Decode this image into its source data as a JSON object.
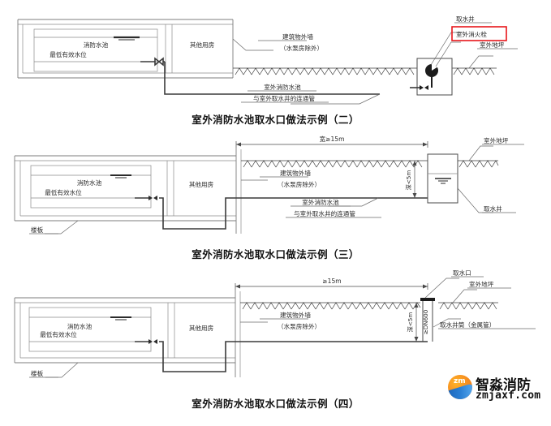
{
  "document": {
    "title": "室外消防水池取水口做法示例",
    "language": "zh-CN"
  },
  "figures": [
    {
      "id": "fig-1",
      "caption": "室外消防水池取水口做法示例（二）",
      "labels": {
        "pool": "消防水池",
        "water_level": "最低有效水位",
        "other_room": "其他用房",
        "exterior_wall": "建筑物外墙",
        "exterior_wall_note": "（水泵房除外）",
        "connect_pipe_line1": "室外消防水池",
        "connect_pipe_line2": "与室外取水井的连通管",
        "intake_well": "取水井",
        "hydrant": "室外消火栓",
        "outdoor_grade": "室外地坪"
      },
      "highlight": {
        "text": "室外消火栓",
        "color": "#e8161a"
      }
    },
    {
      "id": "fig-2",
      "caption": "室外消防水池取水口做法示例（三）",
      "labels": {
        "pool": "消防水池",
        "water_level": "最低有效水位",
        "other_room": "其他用房",
        "floor_slab": "楼板",
        "exterior_wall": "建筑物外墙",
        "exterior_wall_note": "（水泵房除外）",
        "connect_pipe_line1": "室外消防水池",
        "connect_pipe_line2": "与室外取水井的连通管",
        "outdoor_grade": "室外地坪",
        "intake_well": "取水井"
      },
      "dimensions": {
        "width_clearance": "宽≥15m",
        "depth": "深<5m"
      }
    },
    {
      "id": "fig-3",
      "caption": "室外消防水池取水口做法示例（四）",
      "labels": {
        "pool": "消防水池",
        "water_level": "最低有效水位",
        "other_room": "其他用房",
        "floor_slab": "楼板",
        "exterior_wall": "建筑物外墙",
        "exterior_wall_note": "（水泵房除外）",
        "intake_port": "取水口",
        "outdoor_grade": "室外地坪",
        "well_casing": "取水井筒（金属管）"
      },
      "dimensions": {
        "width_clearance": "≥15m",
        "depth": "深<5m",
        "pipe_diameter": "≥DN600"
      }
    }
  ],
  "watermark": {
    "brand_cn": "智淼消防",
    "url": "zmjaxf.com",
    "badge_text": "zm",
    "badge_color": "#f68c1f",
    "swoosh_color": "#1a5fb4"
  }
}
